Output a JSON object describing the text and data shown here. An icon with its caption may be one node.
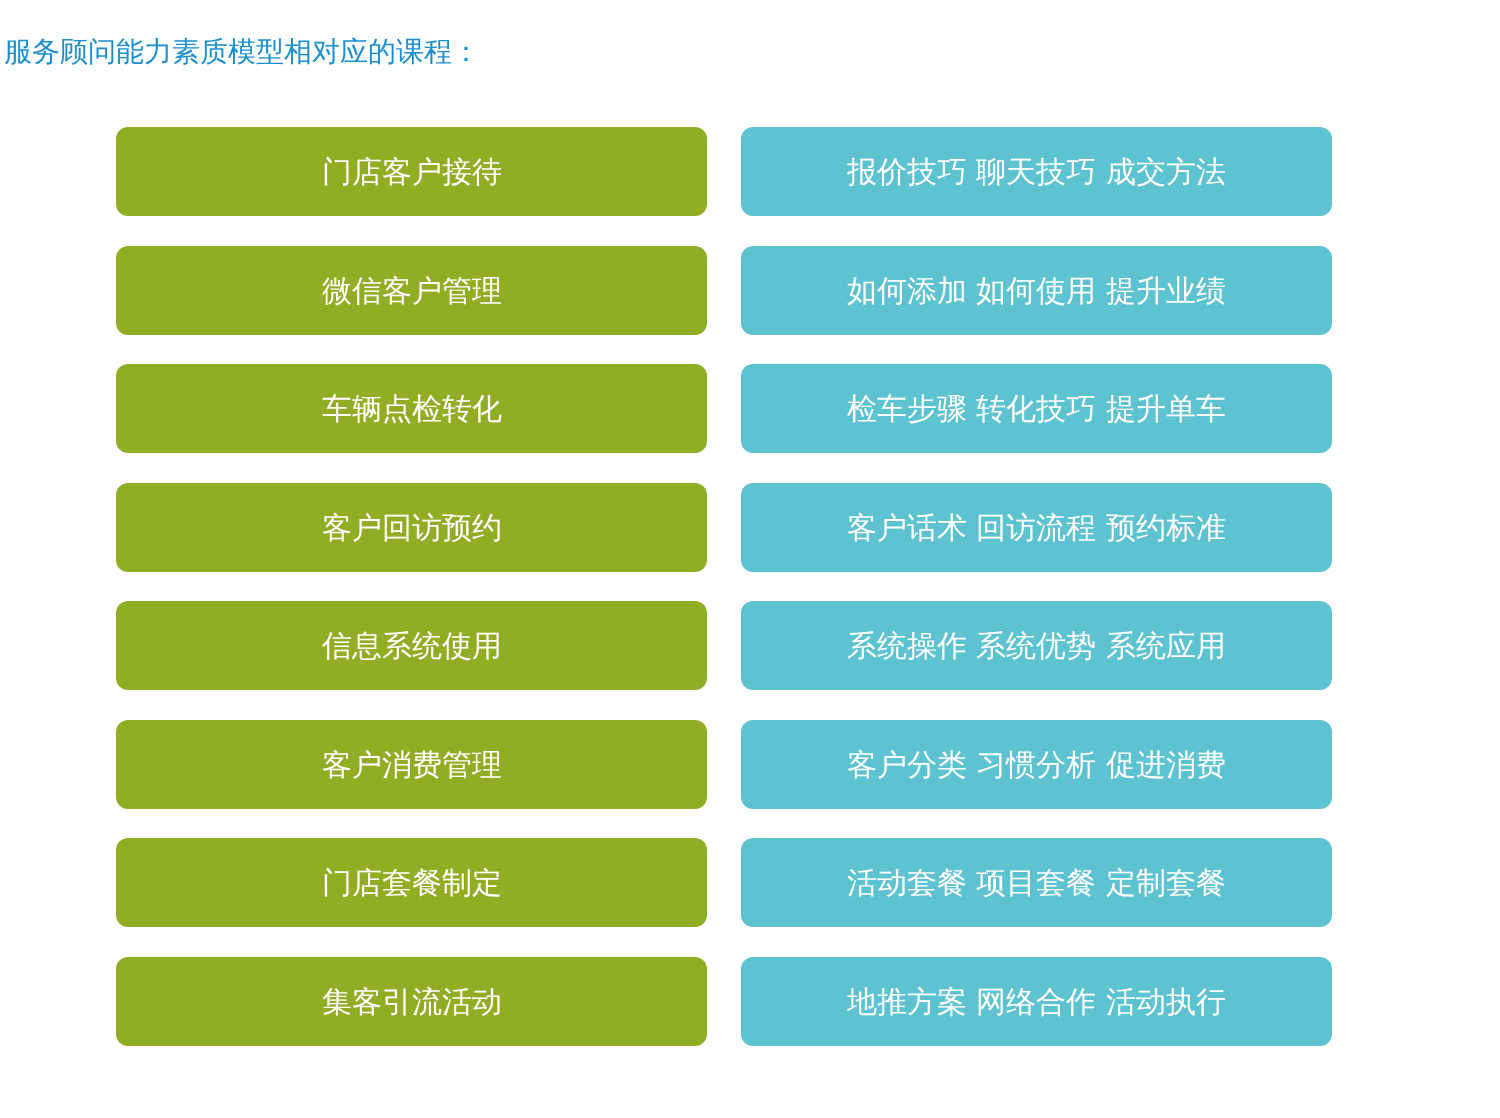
{
  "diagram": {
    "title": "服务顾问能力素质模型相对应的课程：",
    "nodes": [
      {
        "text": [
          "门店客户接待"
        ]
      },
      {
        "text": [
          "报价技巧 聊天技巧 成交方法"
        ]
      },
      {
        "text": [
          "微信客户管理"
        ]
      },
      {
        "text": [
          "如何添加 如何使用 提升业绩"
        ]
      },
      {
        "text": [
          "车辆点检转化"
        ]
      },
      {
        "text": [
          "检车步骤 转化技巧 提升单车"
        ]
      },
      {
        "text": [
          "客户回访预约"
        ]
      },
      {
        "text": [
          "客户话术 回访流程 预约标准"
        ]
      },
      {
        "text": [
          "信息系统使用"
        ]
      },
      {
        "text": [
          "系统操作 系统优势 系统应用"
        ]
      },
      {
        "text": [
          "客户消费管理"
        ]
      },
      {
        "text": [
          "客户分类 习惯分析 促进消费"
        ]
      },
      {
        "text": [
          "门店套餐制定"
        ]
      },
      {
        "text": [
          "活动套餐 项目套餐 定制套餐"
        ]
      },
      {
        "text": [
          "集客引流活动"
        ]
      },
      {
        "text": [
          "地推方案 网络合作 活动执行"
        ]
      }
    ]
  }
}
